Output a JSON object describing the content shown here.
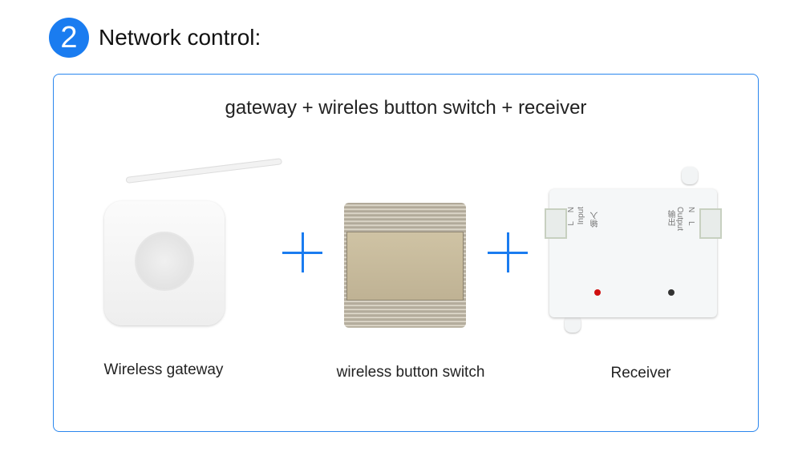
{
  "header": {
    "step_number": "2",
    "title": "Network control:"
  },
  "panel": {
    "subtitle": "gateway + wireles button switch + receiver",
    "products": [
      {
        "caption": "Wireless gateway"
      },
      {
        "caption": "wireless button switch"
      },
      {
        "caption": "Receiver",
        "labels": {
          "input": "Input",
          "input_cn": "输入",
          "output": "Output",
          "output_cn": "输出",
          "n": "N",
          "l": "L"
        }
      }
    ]
  },
  "colors": {
    "accent": "#1a7cf0",
    "led_red": "#d01010",
    "led_dark": "#333333"
  }
}
